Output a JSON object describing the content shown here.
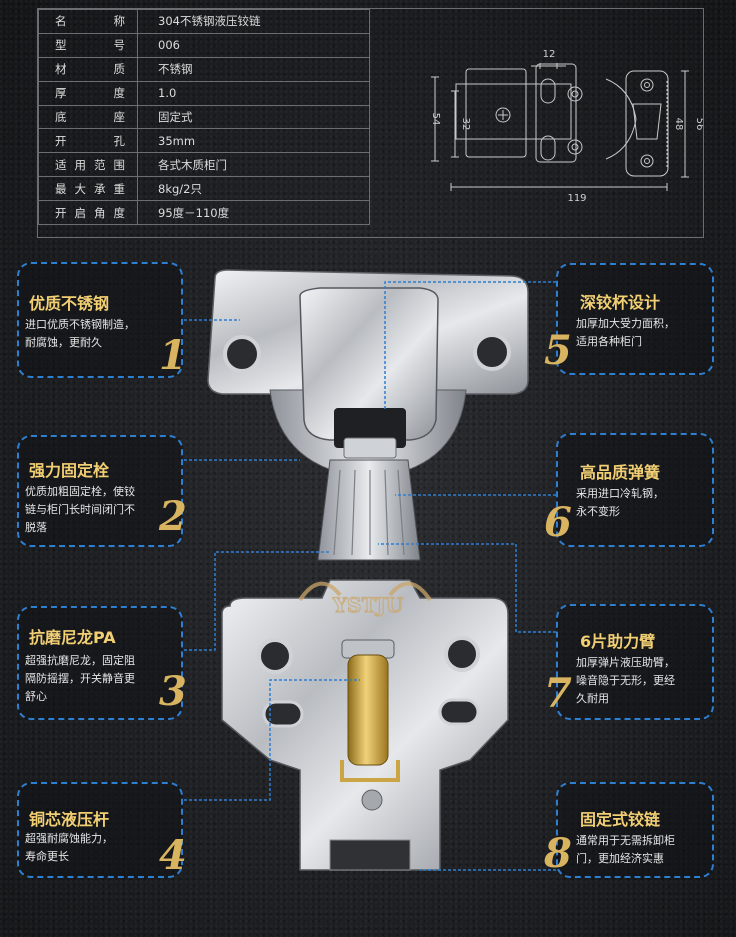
{
  "specs": [
    {
      "label": "名称",
      "value": "304不锈钢液压铰链"
    },
    {
      "label": "型号",
      "value": "006"
    },
    {
      "label": "材质",
      "value": "不锈钢"
    },
    {
      "label": "厚度",
      "value": "1.0"
    },
    {
      "label": "底座",
      "value": "固定式"
    },
    {
      "label": "开孔",
      "value": "35mm"
    },
    {
      "label": "适用范围",
      "value": "各式木质柜门"
    },
    {
      "label": "最大承重",
      "value": "8kg/2只"
    },
    {
      "label": "开启角度",
      "value": "95度－110度"
    }
  ],
  "dimensions": {
    "d12": "12",
    "d54": "54",
    "d32": "32",
    "d48": "48",
    "d56": "56",
    "d119": "119"
  },
  "features": [
    {
      "num": "1",
      "title": "优质不锈钢",
      "lines": [
        "进口优质不锈钢制造，",
        "耐腐蚀，更耐久"
      ]
    },
    {
      "num": "2",
      "title": "强力固定栓",
      "lines": [
        "优质加粗固定栓，使铰",
        "链与柜门长时间闭门不",
        "脱落"
      ]
    },
    {
      "num": "3",
      "title": "抗磨尼龙PA",
      "lines": [
        "超强抗磨尼龙，固定阻",
        "隔防摇摆，开关静音更",
        "舒心"
      ]
    },
    {
      "num": "4",
      "title": "铜芯液压杆",
      "lines": [
        "超强耐腐蚀能力，",
        "寿命更长"
      ]
    },
    {
      "num": "5",
      "title": "深铰杯设计",
      "lines": [
        "加厚加大受力面积，",
        "适用各种柜门"
      ]
    },
    {
      "num": "6",
      "title": "高品质弹簧",
      "lines": [
        "采用进口冷轧钢，",
        "永不变形"
      ]
    },
    {
      "num": "7",
      "title": "6片助力臂",
      "lines": [
        "加厚弹片液压助臂，",
        "噪音隐于无形，更经",
        "久耐用"
      ]
    },
    {
      "num": "8",
      "title": "固定式铰链",
      "lines": [
        "通常用于无需拆卸柜",
        "门，更加经济实惠"
      ]
    }
  ],
  "watermark": "YSTJU"
}
